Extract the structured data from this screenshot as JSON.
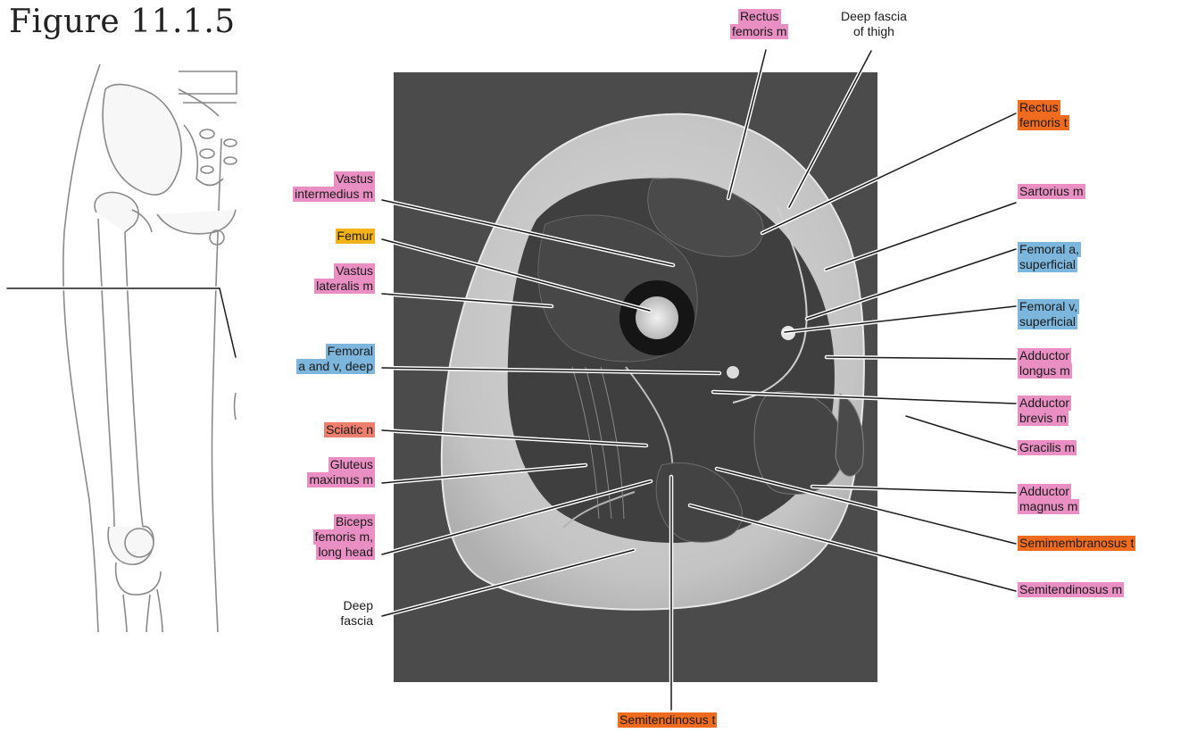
{
  "figure_title": "Figure 11.1.5",
  "colors": {
    "muscle": "#e98fc3",
    "vessel": "#7cb6dc",
    "tendon": "#ef6c1e",
    "bone": "#f3b31b",
    "nerve": "#ee7f6e"
  },
  "labels": {
    "rectus_femoris_m": [
      "Rectus",
      "femoris m"
    ],
    "deep_fascia_of_thigh": [
      "Deep fascia",
      "of thigh"
    ],
    "rectus_femoris_t": [
      "Rectus",
      "femoris t"
    ],
    "vastus_intermedius_m": [
      "Vastus",
      "intermedius m"
    ],
    "sartorius_m": [
      "Sartorius m"
    ],
    "femur": [
      "Femur"
    ],
    "vastus_lateralis_m": [
      "Vastus",
      "lateralis m"
    ],
    "femoral_a_superficial": [
      "Femoral a,",
      "superficial"
    ],
    "femoral_v_superficial": [
      "Femoral v,",
      "superficial"
    ],
    "femoral_a_and_v_deep": [
      "Femoral",
      "a and v, deep"
    ],
    "adductor_longus_m": [
      "Adductor",
      "longus m"
    ],
    "adductor_brevis_m": [
      "Adductor",
      "brevis m"
    ],
    "sciatic_n": [
      "Sciatic n"
    ],
    "gracilis_m": [
      "Gracilis m"
    ],
    "gluteus_maximus_m": [
      "Gluteus",
      "maximus m"
    ],
    "adductor_magnus_m": [
      "Adductor",
      "magnus m"
    ],
    "biceps_femoris_m_long_head": [
      "Biceps",
      "femoris m,",
      "long head"
    ],
    "semimembranosus_t": [
      "Semimembranosus t"
    ],
    "semitendinosus_m": [
      "Semitendinosus m"
    ],
    "deep_fascia": [
      "Deep",
      "fascia"
    ],
    "semitendinosus_t": [
      "Semitendinosus t"
    ]
  }
}
